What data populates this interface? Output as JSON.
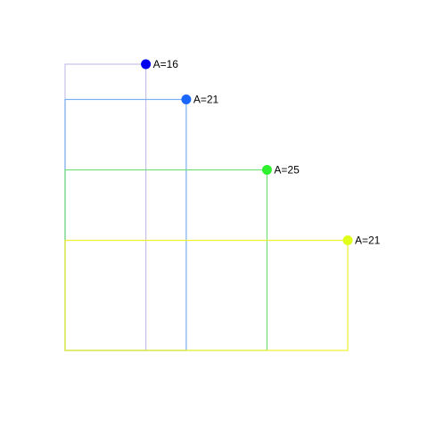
{
  "chart_data": {
    "type": "scatter",
    "description_free": true,
    "origin": {
      "x": 0,
      "y": 0
    },
    "xlim": [
      0,
      7
    ],
    "ylim": [
      0,
      7
    ],
    "points": [
      {
        "x": 2,
        "y": 6.5,
        "label": "A=16",
        "color": "#0000ee",
        "line_color": "#c8c0e8"
      },
      {
        "x": 3,
        "y": 5.7,
        "label": "A=21",
        "color": "#1a66ff",
        "line_color": "#7ab0f0"
      },
      {
        "x": 5,
        "y": 4.1,
        "label": "A=25",
        "color": "#2ef02e",
        "line_color": "#72e07a"
      },
      {
        "x": 7,
        "y": 2.5,
        "label": "A=21",
        "color": "#e0ff1a",
        "line_color": "#eef02e"
      }
    ]
  }
}
